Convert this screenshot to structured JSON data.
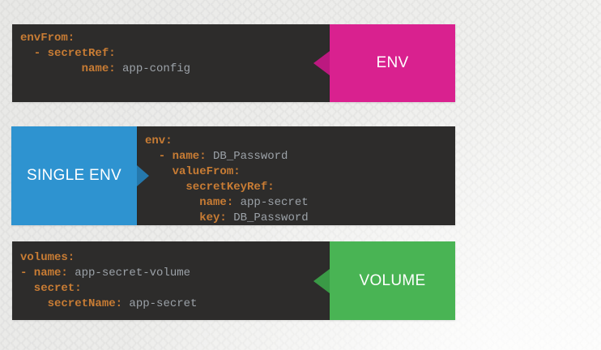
{
  "colors": {
    "code_bg": "#2D2C2B",
    "key": "#C87C34",
    "value": "#9CA2A8",
    "label_text": "#FFFFFF"
  },
  "blocks": [
    {
      "label": "ENV",
      "label_side": "right",
      "label_color": "#D9218F",
      "arrow_color": "#BC1980",
      "code": [
        {
          "k": "envFrom:",
          "v": ""
        },
        {
          "k": "  - secretRef:",
          "v": ""
        },
        {
          "k": "         name:",
          "v": " app-config"
        }
      ]
    },
    {
      "label": "SINGLE ENV",
      "label_side": "left",
      "label_color": "#2E93D0",
      "arrow_color": "#2578AC",
      "code": [
        {
          "k": "env:",
          "v": ""
        },
        {
          "k": "  - name:",
          "v": " DB_Password"
        },
        {
          "k": "    valueFrom:",
          "v": ""
        },
        {
          "k": "      secretKeyRef:",
          "v": ""
        },
        {
          "k": "        name:",
          "v": " app-secret"
        },
        {
          "k": "        key:",
          "v": " DB_Password"
        }
      ]
    },
    {
      "label": "VOLUME",
      "label_side": "right",
      "label_color": "#49B454",
      "arrow_color": "#3A9A46",
      "code": [
        {
          "k": "volumes:",
          "v": ""
        },
        {
          "k": "- name:",
          "v": " app-secret-volume"
        },
        {
          "k": "  secret:",
          "v": ""
        },
        {
          "k": "    secretName:",
          "v": " app-secret"
        }
      ]
    }
  ]
}
